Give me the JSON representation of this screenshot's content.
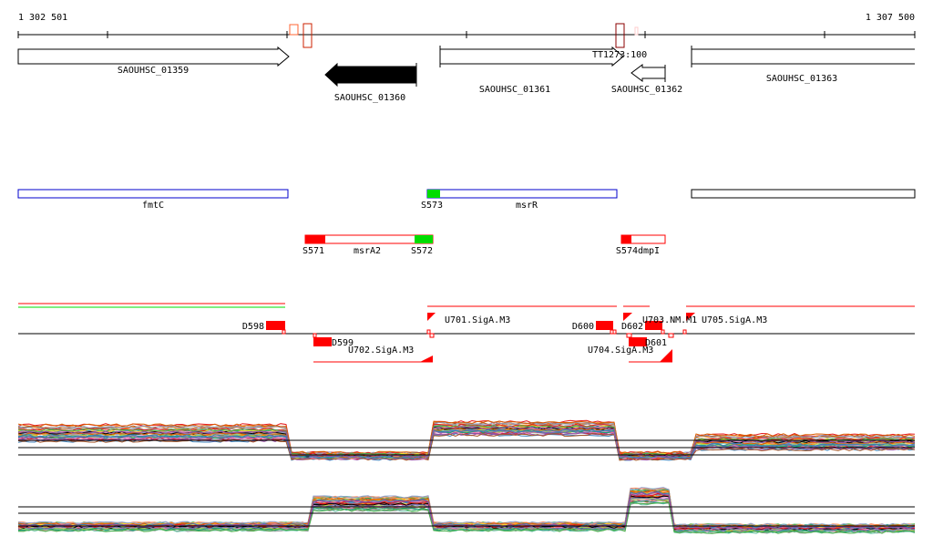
{
  "axis": {
    "start_label": "1 302 501",
    "end_label": "1 307 500"
  },
  "genes": [
    {
      "name": "SAOUHSC_01359"
    },
    {
      "name": "SAOUHSC_01360"
    },
    {
      "name": "SAOUHSC_01361"
    },
    {
      "name": "SAOUHSC_01362"
    },
    {
      "name": "SAOUHSC_01363"
    }
  ],
  "terminator_label": "TT1273:100",
  "operons": {
    "fmtC": "fmtC",
    "msrR": "msrR",
    "S573": "S573",
    "S571": "S571",
    "msrA2": "msrA2",
    "S572": "S572",
    "S574dmpI": "S574dmpI"
  },
  "transcripts": {
    "D598": "D598",
    "D599": "D599",
    "D600": "D600",
    "D601": "D601",
    "D602": "D602",
    "U701": "U701.SigA.M3",
    "U702": "U702.SigA.M3",
    "U703": "U703.NM.M1",
    "U704": "U704.SigA.M3",
    "U705": "U705.SigA.M3"
  },
  "colors": {
    "red": "#ff0000",
    "green": "#00dd00",
    "blue": "#0000cc",
    "darkred": "#8b0000",
    "orange": "#ff6633"
  }
}
